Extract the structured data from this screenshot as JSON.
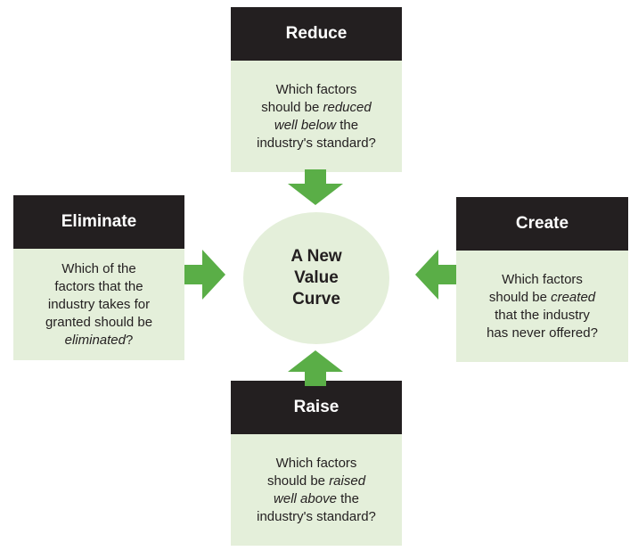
{
  "center": {
    "lines": [
      "A New",
      "Value",
      "Curve"
    ]
  },
  "colors": {
    "header": "#231f20",
    "body": "#e4efda",
    "arrow": "#5aae47"
  },
  "boxes": {
    "reduce": {
      "title": "Reduce",
      "l1": "Which factors",
      "l2a": "should be ",
      "l2b": "reduced",
      "l3a": "well below",
      "l3b": " the",
      "l4": "industry's standard?"
    },
    "eliminate": {
      "title": "Eliminate",
      "l1": "Which of the",
      "l2": "factors that the",
      "l3": "industry takes for",
      "l4": "granted should be",
      "l5a": "eliminated",
      "l5b": "?"
    },
    "create": {
      "title": "Create",
      "l1": "Which factors",
      "l2a": "should be ",
      "l2b": "created",
      "l3": "that the industry",
      "l4": "has never offered?"
    },
    "raise": {
      "title": "Raise",
      "l1": "Which factors",
      "l2a": "should be ",
      "l2b": "raised",
      "l3a": "well above",
      "l3b": " the",
      "l4": "industry's standard?"
    }
  }
}
